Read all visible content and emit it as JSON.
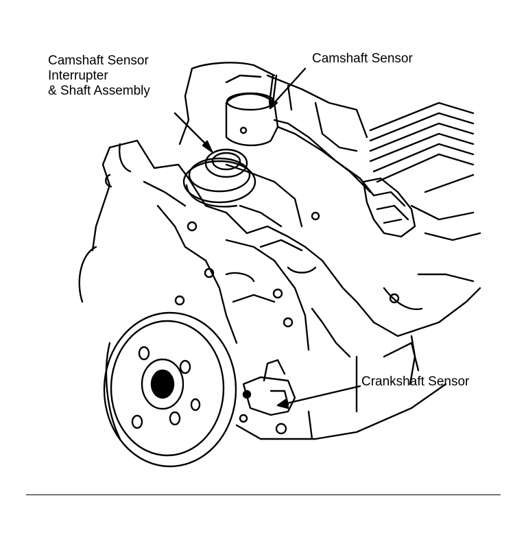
{
  "labels": {
    "interrupter_line1": "Camshaft Sensor",
    "interrupter_line2": "Interrupter",
    "interrupter_line3": "& Shaft Assembly",
    "camshaft_sensor": "Camshaft Sensor",
    "crankshaft_sensor": "Crankshaft Sensor"
  },
  "colors": {
    "ink": "#000000",
    "paper": "#ffffff"
  }
}
